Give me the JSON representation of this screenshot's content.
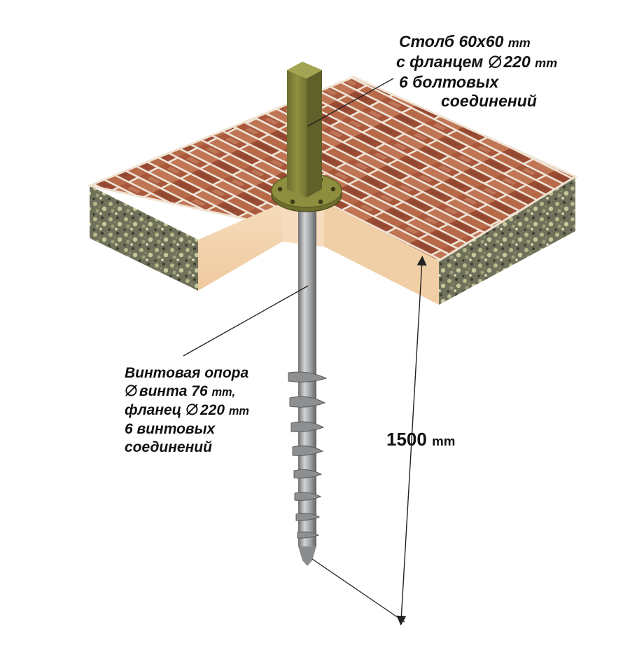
{
  "post_label": {
    "line1": "Столб 60х60",
    "line1_unit": "mm",
    "line2_prefix": "с фланцем",
    "line2_value": "220",
    "line2_unit": "mm",
    "line3": "6 болтовых",
    "line4": "соединений"
  },
  "screw_label": {
    "line1": "Винтовая опора",
    "line2_value": "винта 76",
    "line2_unit": "mm,",
    "line3_prefix": "фланец",
    "line3_value": "220",
    "line3_unit": "mm",
    "line4": "6 винтовых",
    "line5": "соединений"
  },
  "depth_label": {
    "value": "1500",
    "unit": "mm"
  },
  "icons": {
    "diameter": "diameter-icon"
  },
  "colors": {
    "brick": "#a95a3e",
    "mortar": "#f0e6da",
    "soil_side": "#f3d2ac",
    "gravel": "#8a8b6a",
    "post": "#7c7d3a",
    "screw_pile": "#9ea0a2",
    "leader_line": "#222222"
  }
}
